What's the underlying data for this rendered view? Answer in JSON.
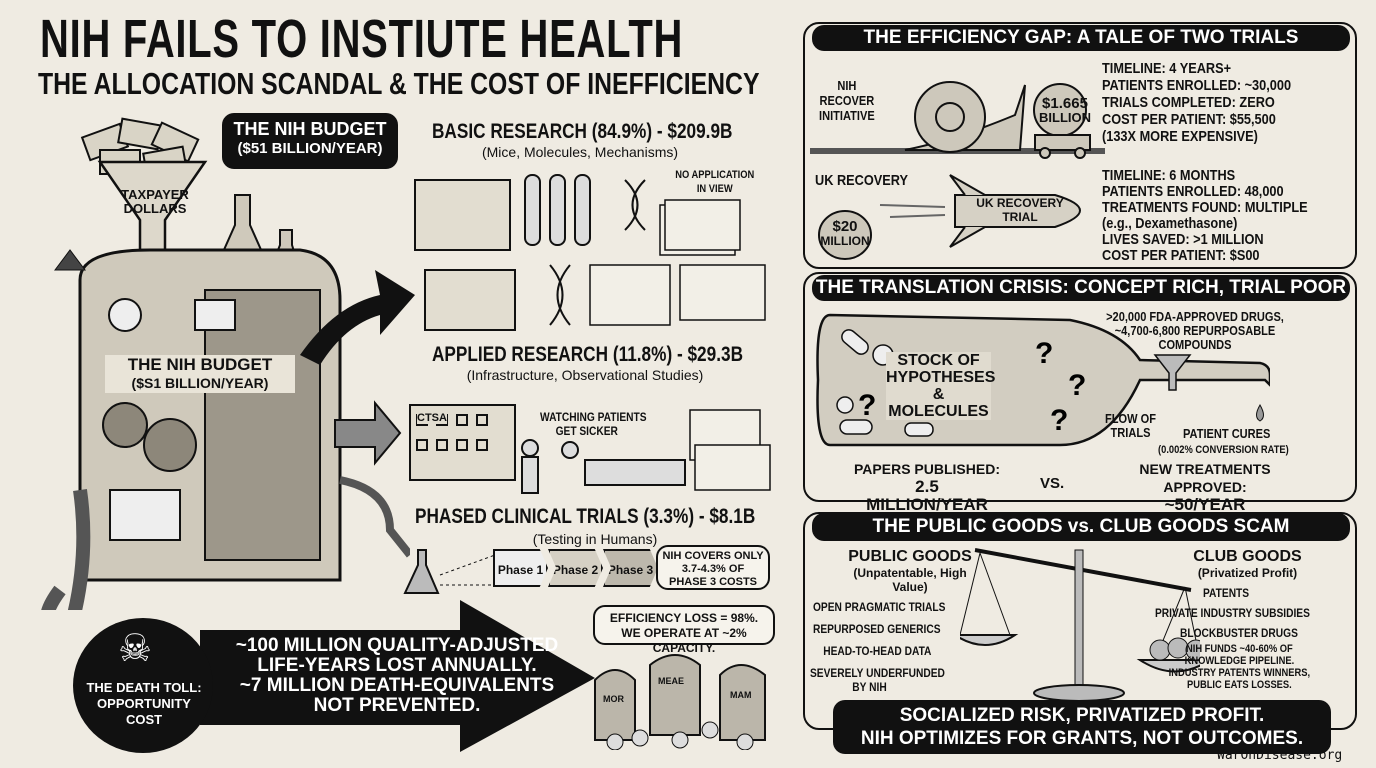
{
  "title": "NIH FAILS TO INSTIUTE HEALTH",
  "subtitle": "THE ALLOCATION SCANDAL & THE COST OF INEFFICIENCY",
  "left": {
    "budget_bubble": {
      "line1": "THE NIH BUDGET",
      "line2": "($51 BILLION/YEAR)"
    },
    "funnel_label": {
      "line1": "TAXPAYER",
      "line2": "DOLLARS"
    },
    "machine_label": {
      "line1": "THE NIH BUDGET",
      "line2": "($S1 BILLION/YEAR)"
    },
    "basic": {
      "heading": "BASIC RESEARCH (84.9%) - $209.9B",
      "sub": "(Mice, Molecules, Mechanisms)",
      "note1": "NO APPLICATION",
      "note2": "IN VIEW"
    },
    "applied": {
      "heading": "APPLIED RESEARCH (11.8%) - $29.3B",
      "sub": "(Infrastructure, Observational Studies)",
      "note1": "WATCHING PATIENTS",
      "note2": "GET SICKER",
      "building": "CTSA"
    },
    "trials": {
      "heading": "PHASED CLINICAL TRIALS (3.3%) - $8.1B",
      "sub": "(Testing in Humans)",
      "phases": [
        "Phase 1",
        "Phase 2",
        "Phase 3"
      ],
      "note": [
        "NIH COVERS ONLY",
        "3.7-4.3% OF",
        "PHASE 3 COSTS"
      ]
    },
    "death": {
      "label": [
        "THE DEATH TOLL:",
        "OPPORTUNITY",
        "COST"
      ],
      "arrow_text": [
        "~100 MILLION QUALITY-ADJUSTED",
        "LIFE-YEARS LOST ANNUALLY.",
        "~7 MILLION DEATH-EQUIVALENTS",
        "NOT PREVENTED."
      ]
    },
    "efficiency": [
      "EFFICIENCY LOSS = 98%.",
      "WE OPERATE AT ~2% CAPACITY."
    ],
    "graves": [
      "MOR",
      "MEAE",
      "MAM"
    ]
  },
  "efficiency_gap": {
    "header": "THE EFFICIENCY GAP: A TALE OF TWO TRIALS",
    "nih_label": [
      "NIH",
      "RECOVER",
      "INITIATIVE"
    ],
    "nih_bag": [
      "$1.665",
      "BILLION"
    ],
    "nih_stats": [
      "TIMELINE: 4 YEARS+",
      "PATIENTS ENROLLED: ~30,000",
      "TRIALS COMPLETED: ZERO",
      "COST PER PATIENT: $55,500",
      "(133X MORE EXPENSIVE)"
    ],
    "uk_label": "UK RECOVERY",
    "uk_bag": [
      "$20",
      "MILLION"
    ],
    "rocket": [
      "UK RECOVERY",
      "TRIAL"
    ],
    "uk_stats": [
      "TIMELINE: 6 MONTHS",
      "PATIENTS ENROLLED: 48,000",
      "TREATMENTS FOUND: MULTIPLE",
      "(e.g., Dexamethasone)",
      "LIVES SAVED: >1 MILLION",
      "COST PER PATIENT: $S00"
    ]
  },
  "translation": {
    "header": "THE TRANSLATION CRISIS: CONCEPT RICH, TRIAL POOR",
    "bottle": [
      "STOCK OF",
      "HYPOTHESES",
      "& MOLECULES"
    ],
    "drugs": [
      ">20,000 FDA-APPROVED DRUGS,",
      "~4,700-6,800 REPURPOSABLE",
      "COMPOUNDS"
    ],
    "flow": [
      "FLOW OF",
      "TRIALS"
    ],
    "cures": "PATIENT CURES",
    "rate": "(0.002% CONVERSION RATE)",
    "papers": [
      "PAPERS PUBLISHED:",
      "2.5 MILLION/YEAR"
    ],
    "vs": "VS.",
    "approved": [
      "NEW TREATMENTS APPROVED:",
      "~50/YEAR"
    ]
  },
  "goods": {
    "header": "THE PUBLIC GOODS vs. CLUB GOODS SCAM",
    "public": "PUBLIC GOODS",
    "public_sub": "(Unpatentable, High Value)",
    "public_items": [
      "OPEN PRAGMATIC TRIALS",
      "REPURPOSED GENERICS",
      "HEAD-TO-HEAD DATA"
    ],
    "underfunded": [
      "SEVERELY UNDERFUNDED",
      "BY NIH"
    ],
    "club": "CLUB GOODS",
    "club_sub": "(Privatized Profit)",
    "club_items": [
      "PATENTS",
      "PRIVATE INDUSTRY SUBSIDIES",
      "BLOCKBUSTER DRUGS"
    ],
    "club_note": [
      "NIH FUNDS ~40-60% OF",
      "KNOWLEDGE PIPELINE.",
      "INDUSTRY PATENTS WINNERS,",
      "PUBLIC EATS LOSSES."
    ],
    "banner": [
      "SOCIALIZED RISK, PRIVATIZED PROFIT.",
      "NIH OPTIMIZES FOR GRANTS, NOT OUTCOMES."
    ]
  },
  "watermark": "WarOnDisease.org"
}
